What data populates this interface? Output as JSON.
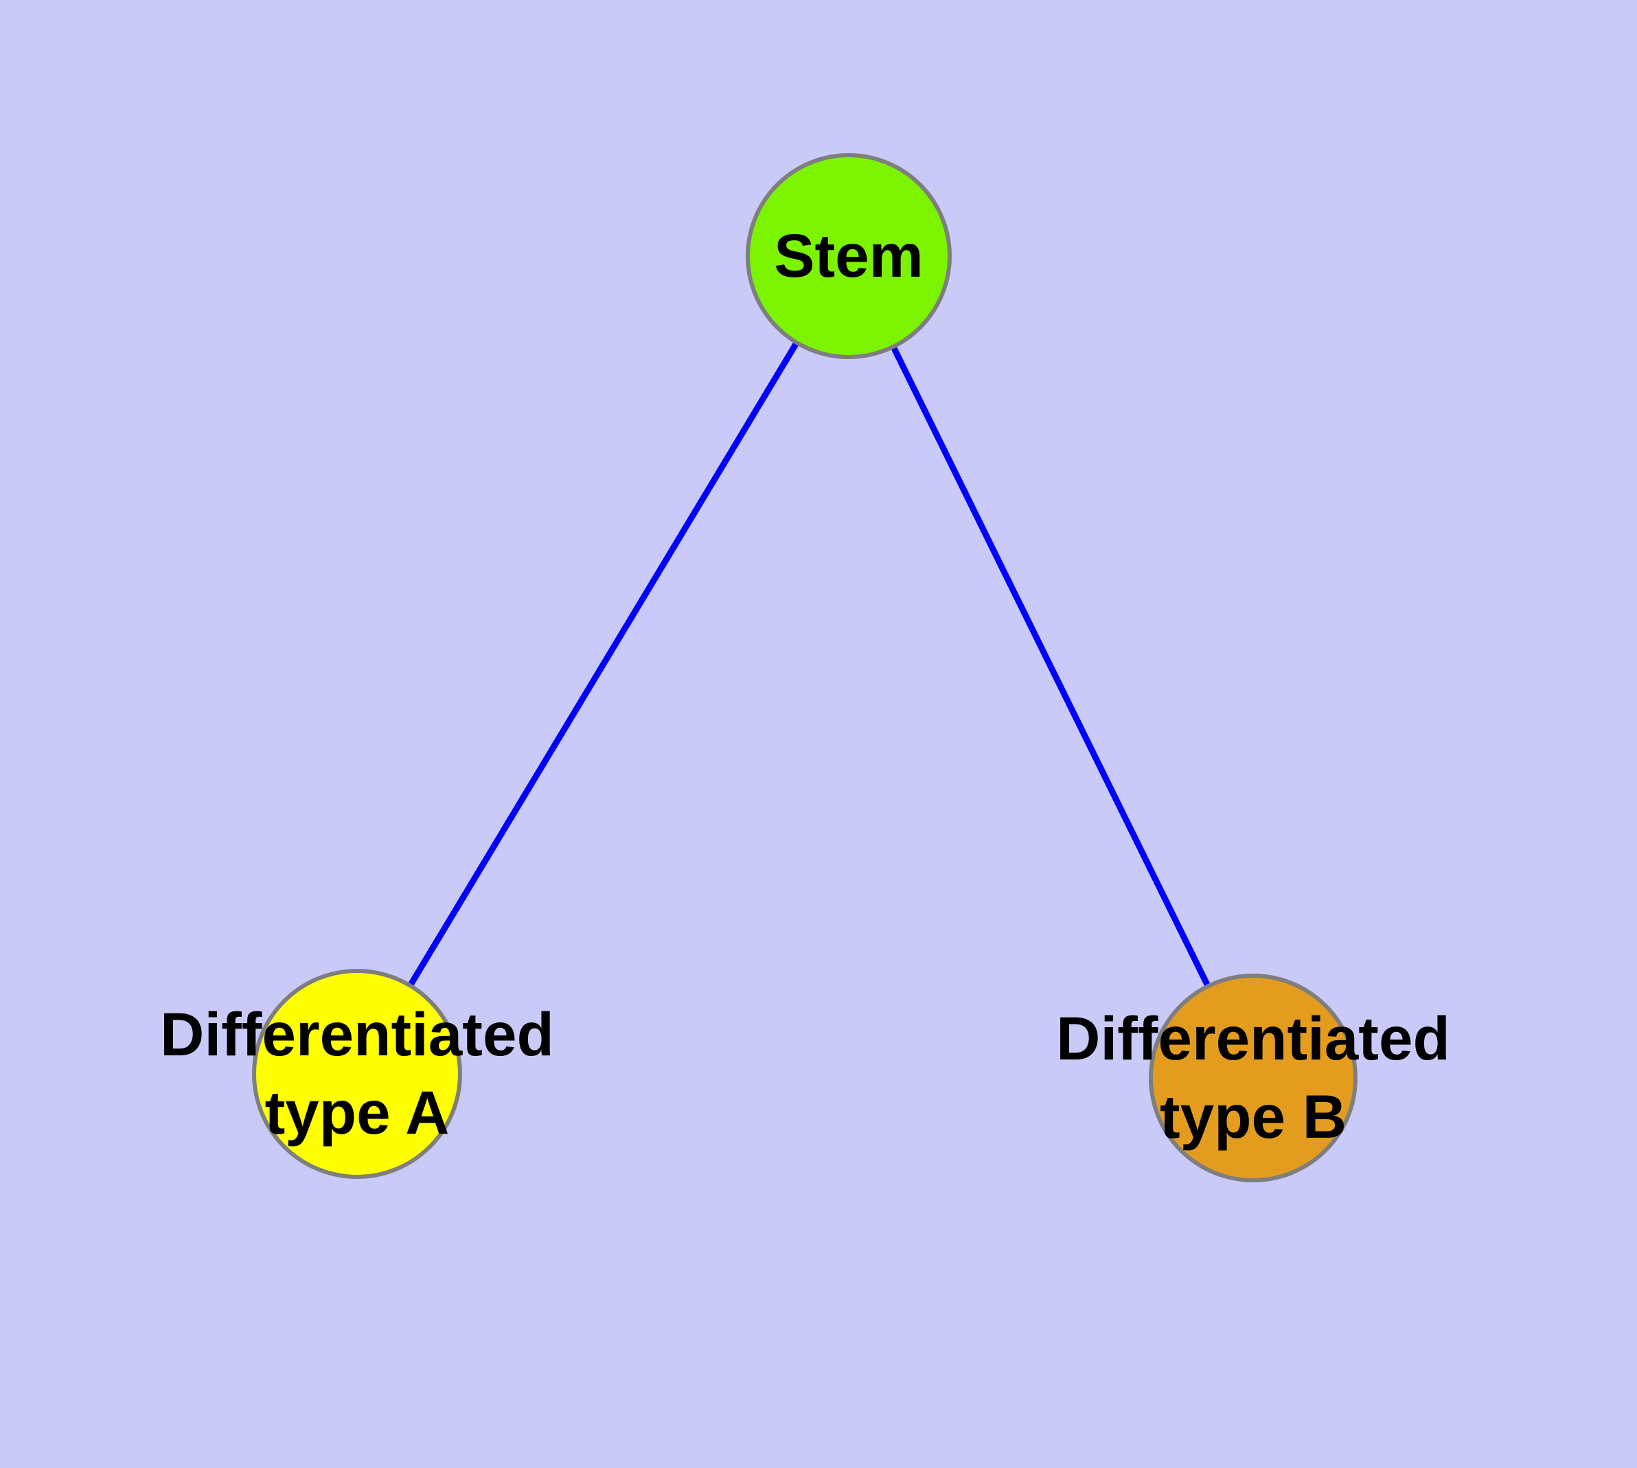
{
  "diagram": {
    "type": "graph",
    "description_colors": {
      "background": "#CACAF8",
      "edge": "#0000FF",
      "node_border": "#7E7E7E",
      "label_text": "#000000"
    },
    "nodes": [
      {
        "id": "stem",
        "label": "Stem",
        "fill": "#7CF400"
      },
      {
        "id": "type-a",
        "label": "Differentiated\ntype A",
        "fill": "#FFFF00"
      },
      {
        "id": "type-b",
        "label": "Differentiated\ntype B",
        "fill": "#E49C1E"
      }
    ],
    "edges": [
      {
        "from": "stem",
        "to": "type-a"
      },
      {
        "from": "stem",
        "to": "type-b"
      }
    ]
  }
}
